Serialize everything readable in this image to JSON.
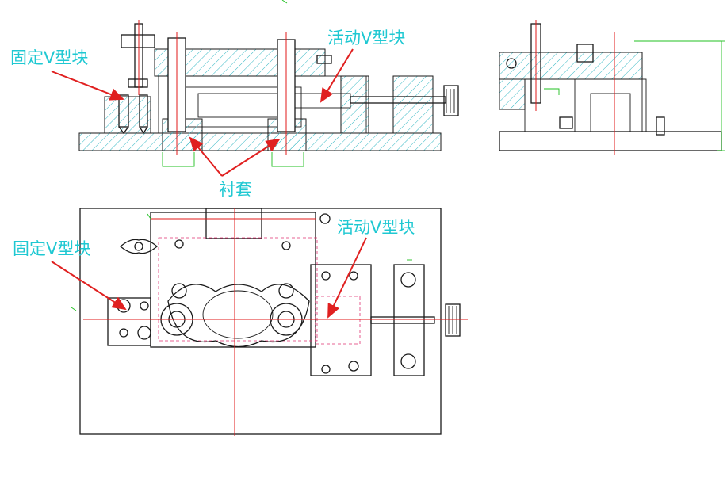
{
  "labels": {
    "fixed_v_block_top": "固定V型块",
    "moving_v_block_top": "活动V型块",
    "bushing": "衬套",
    "fixed_v_block_bottom": "固定V型块",
    "moving_v_block_bottom": "活动V型块"
  },
  "colors": {
    "label": "#1fc8d2",
    "arrow": "#e02020",
    "center_line": "#e01818",
    "hidden_line": "#e03070",
    "dimension": "#20c020",
    "outline": "#1a1a1a",
    "hatch": "#36b8c4"
  }
}
